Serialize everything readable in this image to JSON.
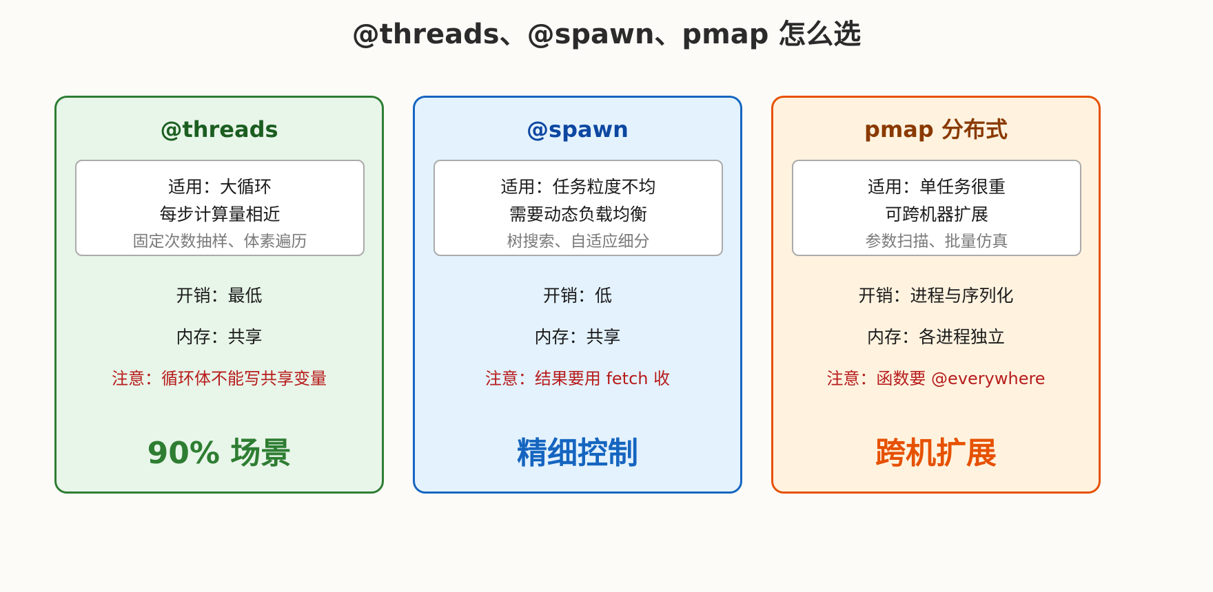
{
  "title": "@threads、@spawn、pmap 怎么选",
  "colors": {
    "threads_accent": "#2e7d32",
    "threads_head": "#1b5e20",
    "threads_bg": "#e8f5e9",
    "spawn_accent": "#1565c0",
    "spawn_head": "#0d47a1",
    "spawn_bg": "#e3f2fd",
    "pmap_accent": "#e65100",
    "pmap_head": "#8a3a00",
    "pmap_bg": "#fff3e0",
    "note": "#b71c1c"
  },
  "cards": [
    {
      "name": "@threads",
      "use_line1": "适用：大循环",
      "use_line2": "每步计算量相近",
      "use_example": "固定次数抽样、体素遍历",
      "cost": "开销：最低",
      "memory": "内存：共享",
      "note": "注意：循环体不能写共享变量",
      "verdict": "90% 场景"
    },
    {
      "name": "@spawn",
      "use_line1": "适用：任务粒度不均",
      "use_line2": "需要动态负载均衡",
      "use_example": "树搜索、自适应细分",
      "cost": "开销：低",
      "memory": "内存：共享",
      "note": "注意：结果要用 fetch 收",
      "verdict": "精细控制"
    },
    {
      "name": "pmap 分布式",
      "use_line1": "适用：单任务很重",
      "use_line2": "可跨机器扩展",
      "use_example": "参数扫描、批量仿真",
      "cost": "开销：进程与序列化",
      "memory": "内存：各进程独立",
      "note": "注意：函数要 @everywhere",
      "verdict": "跨机扩展"
    }
  ]
}
